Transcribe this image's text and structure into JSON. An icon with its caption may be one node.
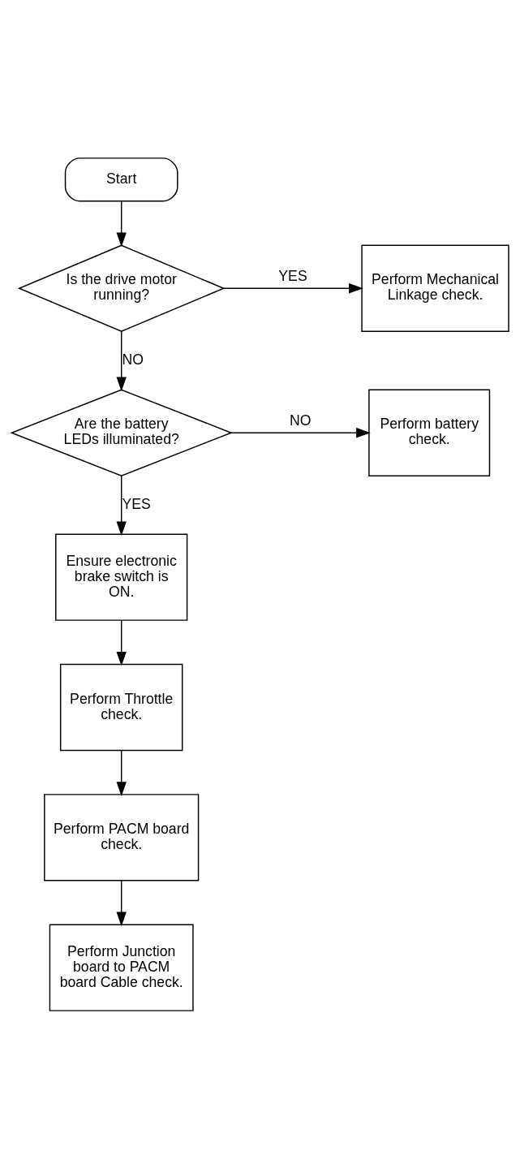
{
  "diagram": {
    "nodes": [
      {
        "text": [
          "Start"
        ]
      },
      {
        "text": [
          "Is the drive motor running?"
        ]
      },
      {
        "text": [
          "Perform Mechanical Linkage check."
        ]
      },
      {
        "text": [
          "Are the battery LEDs illuminated?"
        ]
      },
      {
        "text": [
          "Perform battery check."
        ]
      },
      {
        "text": [
          "Ensure electronic brake switch is ON."
        ]
      },
      {
        "text": [
          "Perform Throttle check."
        ]
      },
      {
        "text": [
          "Perform PACM board check."
        ]
      },
      {
        "text": [
          "Perform Junction board to PACM board Cable check."
        ]
      }
    ],
    "edges": [
      {
        "from": 0,
        "to": 1,
        "arrow": "to"
      },
      {
        "from": 1,
        "to": 2,
        "arrow": "to",
        "label": "YES"
      },
      {
        "from": 1,
        "to": 3,
        "arrow": "to",
        "label": "NO"
      },
      {
        "from": 3,
        "to": 4,
        "arrow": "to",
        "label": "NO"
      },
      {
        "from": 3,
        "to": 5,
        "arrow": "to",
        "label": "YES"
      },
      {
        "from": 5,
        "to": 6,
        "arrow": "to"
      },
      {
        "from": 6,
        "to": 7,
        "arrow": "to"
      },
      {
        "from": 7,
        "to": 8,
        "arrow": "to"
      }
    ]
  }
}
